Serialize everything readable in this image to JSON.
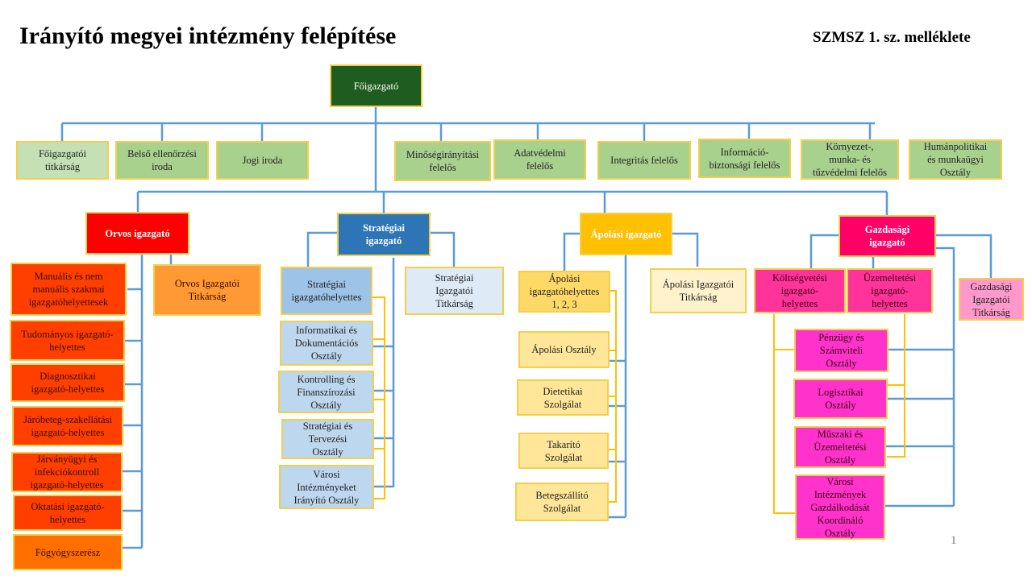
{
  "header": {
    "title": "Irányító megyei intézmény felépítése",
    "subtitle": "SZMSZ 1. sz. melléklete",
    "page_number": "1"
  },
  "colors": {
    "connector_blue": "#5b9bd5",
    "connector_yellow": "#ffc000",
    "box_border": "#f2cf4c"
  },
  "org": {
    "root": "Főigazgató",
    "staff": [
      "Főigazgatói\ntitkárság",
      "Belső ellenőrzési\niroda",
      "Jogi iroda",
      "Minőségirányítási\nfelelős",
      "Adatvédelmi\nfelelős",
      "Integritás felelős",
      "Információ-\nbiztonsági felelős",
      "Környezet-,\nmunka- és\ntűzvédelmi felelős",
      "Humánpolitikai\nés munkaügyi\nOsztály"
    ],
    "medical": {
      "director": "Orvos igazgató",
      "secretariat": "Orvos Igazgatói\nTitkárság",
      "units": [
        "Manuális és nem\nmanuális szakmai\nigazgatóhelyettesek",
        "Tudományos igazgató-\nhelyettes",
        "Diagnosztikai\nigazgató-helyettes",
        "Járóbeteg-szakellátási\nigazgató-helyettes",
        "Járványügyi és\ninfekciókontroll\nigazgató-helyettes",
        "Oktatási igazgató-\nhelyettes",
        "Főgyógyszerész"
      ]
    },
    "strategic": {
      "director": "Stratégiai\nigazgató",
      "deputy": "Stratégiai\nigazgatóhelyettes",
      "secretariat": "Stratégiai\nIgazgatói\nTitkárság",
      "units": [
        "Informatikai és\nDokumentációs\nOsztály",
        "Kontrolling és\nFinanszírozási\nOsztály",
        "Stratégiai és\nTervezési\nOsztály",
        "Városi\nIntézményeket\nIrányító Osztály"
      ]
    },
    "nursing": {
      "director": "Ápolási igazgató",
      "deputy": "Ápolási\nigazgatóhelyettes\n1, 2, 3",
      "secretariat": "Ápolási Igazgatói\nTitkárság",
      "units": [
        "Ápolási Osztály",
        "Dietetikai\nSzolgálat",
        "Takarító\nSzolgálat",
        "Betegszállító\nSzolgálat"
      ]
    },
    "economic": {
      "director": "Gazdasági\nigazgató",
      "deputy_budget": "Költségvetési\nigazgató-\nhelyettes",
      "deputy_operations": "Üzemeltetési\nigazgató-\nhelyettes",
      "secretariat": "Gazdasági\nIgazgatói\nTitkárság",
      "units": [
        "Pénzügy és\nSzámviteli\nOsztály",
        "Logisztikai\nOsztály",
        "Műszaki és\nÜzemeltetési\nOsztály",
        "Városi\nIntézmények\nGazdálkodását\nKoordináló\nOsztály"
      ]
    }
  }
}
